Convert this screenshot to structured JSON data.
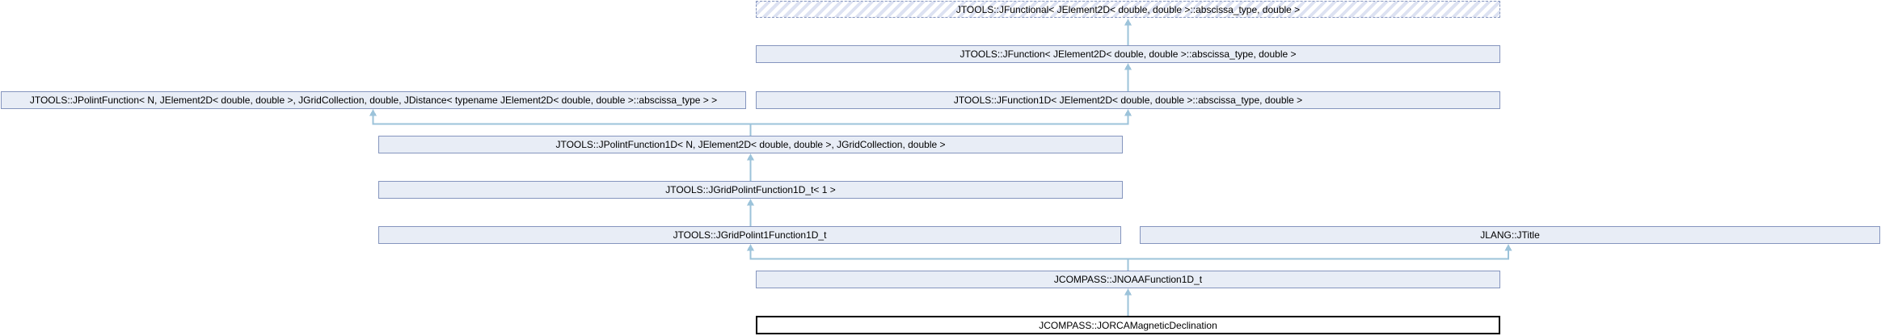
{
  "diagram": {
    "kind": "class-inheritance-graph",
    "colors": {
      "background": "#ffffff",
      "node_fill": "#e8edf6",
      "node_border": "#8595be",
      "hatch_stripe": "#dde2f2",
      "current_node_border": "#000000",
      "current_node_fill": "#ffffff",
      "arrow": "#9cc3da",
      "text": "#000000"
    },
    "nodes": [
      {
        "id": "jfunctional",
        "style": "dashed-hatched",
        "label": "JTOOLS::JFunctional< JElement2D< double, double >::abscissa_type, double >"
      },
      {
        "id": "jfunction",
        "style": "solid",
        "label": "JTOOLS::JFunction< JElement2D< double, double >::abscissa_type, double >"
      },
      {
        "id": "jpolintfunction",
        "style": "solid",
        "label": "JTOOLS::JPolintFunction< N, JElement2D< double, double >, JGridCollection, double, JDistance< typename JElement2D< double, double >::abscissa_type > >"
      },
      {
        "id": "jfunction1d",
        "style": "solid",
        "label": "JTOOLS::JFunction1D< JElement2D< double, double >::abscissa_type, double >"
      },
      {
        "id": "jpolintfunction1d",
        "style": "solid",
        "label": "JTOOLS::JPolintFunction1D< N, JElement2D< double, double >, JGridCollection, double >"
      },
      {
        "id": "jgridpolintfunction1d_t",
        "style": "solid",
        "label": "JTOOLS::JGridPolintFunction1D_t< 1 >"
      },
      {
        "id": "jgridpolint1function1d_t",
        "style": "solid",
        "label": "JTOOLS::JGridPolint1Function1D_t"
      },
      {
        "id": "jtitle",
        "style": "solid",
        "label": "JLANG::JTitle"
      },
      {
        "id": "jnoaafunction1d_t",
        "style": "solid",
        "label": "JCOMPASS::JNOAAFunction1D_t"
      },
      {
        "id": "jorcamagneticdeclination",
        "style": "current",
        "label": "JCOMPASS::JORCAMagneticDeclination"
      }
    ],
    "edges": [
      {
        "from": "jfunction",
        "to": "jfunctional"
      },
      {
        "from": "jfunction1d",
        "to": "jfunction"
      },
      {
        "from": "jpolintfunction1d",
        "to": "jpolintfunction"
      },
      {
        "from": "jpolintfunction1d",
        "to": "jfunction1d"
      },
      {
        "from": "jgridpolintfunction1d_t",
        "to": "jpolintfunction1d"
      },
      {
        "from": "jgridpolint1function1d_t",
        "to": "jgridpolintfunction1d_t"
      },
      {
        "from": "jnoaafunction1d_t",
        "to": "jgridpolint1function1d_t"
      },
      {
        "from": "jnoaafunction1d_t",
        "to": "jtitle"
      },
      {
        "from": "jorcamagneticdeclination",
        "to": "jnoaafunction1d_t"
      }
    ]
  }
}
